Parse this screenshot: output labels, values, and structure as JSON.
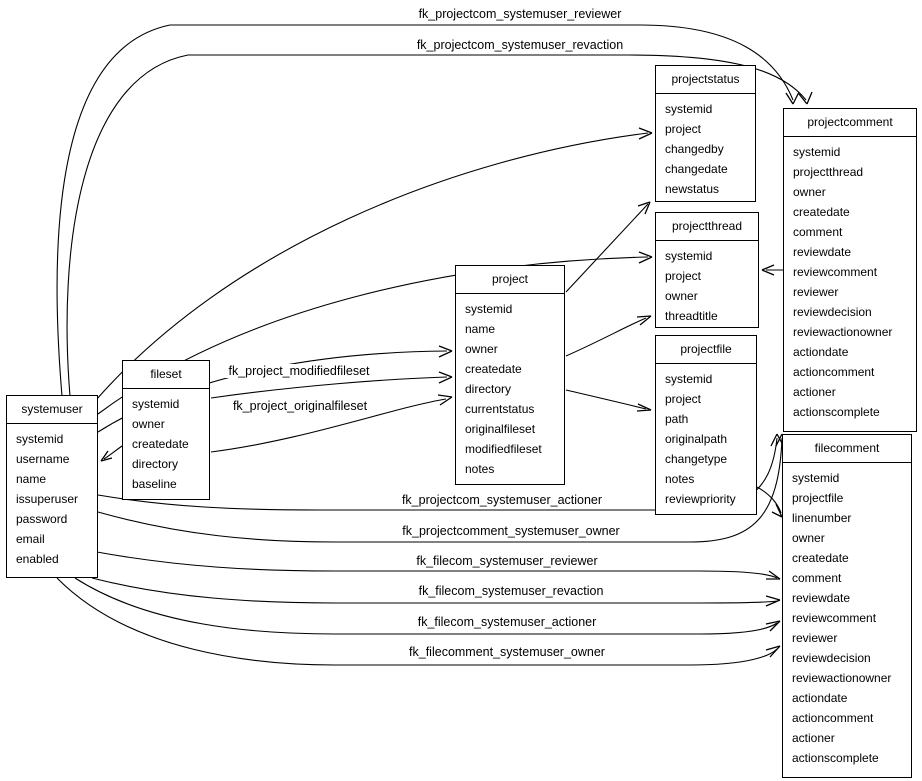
{
  "tables": [
    {
      "name": "systemuser",
      "fields": [
        "systemid",
        "username",
        "name",
        "issuperuser",
        "password",
        "email",
        "enabled"
      ]
    },
    {
      "name": "fileset",
      "fields": [
        "systemid",
        "owner",
        "createdate",
        "directory",
        "baseline"
      ]
    },
    {
      "name": "project",
      "fields": [
        "systemid",
        "name",
        "owner",
        "createdate",
        "directory",
        "currentstatus",
        "originalfileset",
        "modifiedfileset",
        "notes"
      ]
    },
    {
      "name": "projectstatus",
      "fields": [
        "systemid",
        "project",
        "changedby",
        "changedate",
        "newstatus"
      ]
    },
    {
      "name": "projectthread",
      "fields": [
        "systemid",
        "project",
        "owner",
        "threadtitle"
      ]
    },
    {
      "name": "projectfile",
      "fields": [
        "systemid",
        "project",
        "path",
        "originalpath",
        "changetype",
        "notes",
        "reviewpriority"
      ]
    },
    {
      "name": "projectcomment",
      "fields": [
        "systemid",
        "projectthread",
        "owner",
        "createdate",
        "comment",
        "reviewdate",
        "reviewcomment",
        "reviewer",
        "reviewdecision",
        "reviewactionowner",
        "actiondate",
        "actioncomment",
        "actioner",
        "actionscomplete"
      ]
    },
    {
      "name": "filecomment",
      "fields": [
        "systemid",
        "projectfile",
        "linenumber",
        "owner",
        "createdate",
        "comment",
        "reviewdate",
        "reviewcomment",
        "reviewer",
        "reviewdecision",
        "reviewactionowner",
        "actiondate",
        "actioncomment",
        "actioner",
        "actionscomplete"
      ]
    }
  ],
  "edge_labels": [
    {
      "text": "fk_projectcom_systemuser_reviewer"
    },
    {
      "text": "fk_projectcom_systemuser_revaction"
    },
    {
      "text": "fk_project_modifiedfileset"
    },
    {
      "text": "fk_project_originalfileset"
    },
    {
      "text": "fk_projectcom_systemuser_actioner"
    },
    {
      "text": "fk_projectcomment_systemuser_owner"
    },
    {
      "text": "fk_filecom_systemuser_reviewer"
    },
    {
      "text": "fk_filecom_systemuser_revaction"
    },
    {
      "text": "fk_filecom_systemuser_actioner"
    },
    {
      "text": "fk_filecomment_systemuser_owner"
    }
  ],
  "colors": {
    "line": "#000000",
    "background": "#ffffff",
    "border": "#000000",
    "text": "#000000"
  }
}
